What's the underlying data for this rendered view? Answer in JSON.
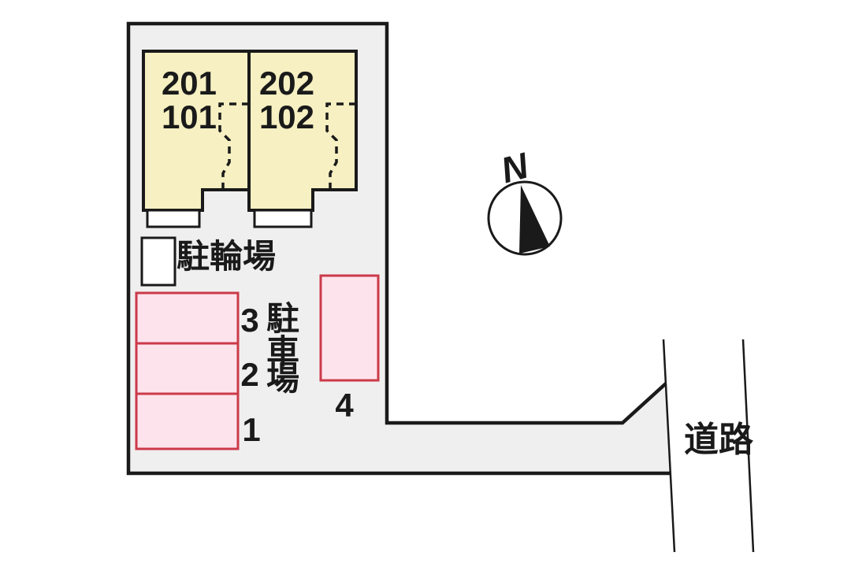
{
  "colors": {
    "building_fill": "#f6f0c2",
    "parking_fill": "#fde3ec",
    "parking_border": "#cc3a4a",
    "plot_fill": "#efefef",
    "line_color": "#1a1a1a"
  },
  "site_plan": {
    "units": [
      {
        "upper_label": "201",
        "lower_label": "101"
      },
      {
        "upper_label": "202",
        "lower_label": "102"
      }
    ],
    "bicycle_parking_label": "駐輪場",
    "car_parking_label": "駐車場",
    "car_parking_chars": [
      "駐",
      "車",
      "場"
    ],
    "parking_space_labels": [
      "1",
      "2",
      "3",
      "4"
    ],
    "road_label": "道路",
    "compass_north_label": "N"
  }
}
